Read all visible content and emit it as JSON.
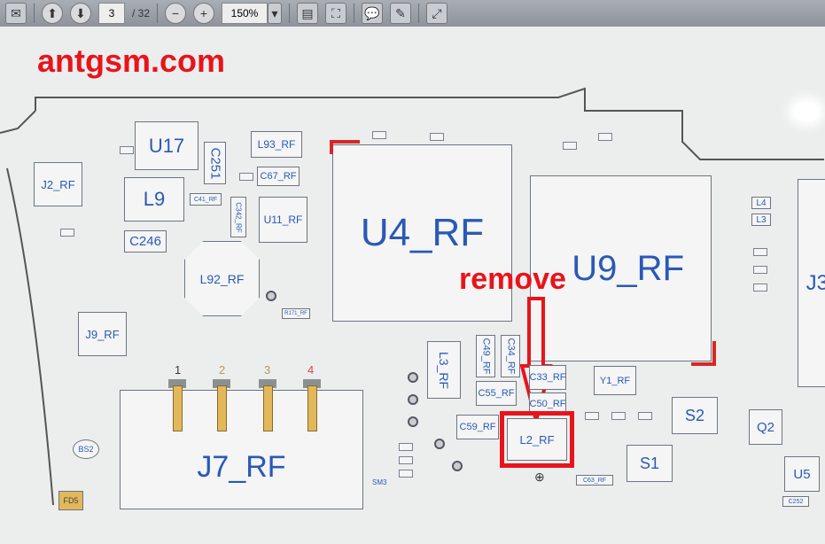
{
  "toolbar": {
    "current_page": "3",
    "total_pages": "/ 32",
    "zoom": "150%",
    "icons": [
      "mail-icon",
      "page-up-icon",
      "page-down-icon",
      "zoom-out-icon",
      "zoom-in-icon",
      "zoom-dropdown-icon",
      "print-icon",
      "fit-page-icon",
      "comment-icon",
      "stamp-icon",
      "fullscreen-icon"
    ]
  },
  "annotations": {
    "watermark": "antgsm.com",
    "instruction": "remove"
  },
  "components": {
    "u17": "U17",
    "c251": "C251",
    "l93": "L93_RF",
    "c67": "C67_RF",
    "l9": "L9",
    "c41": "C41_RF",
    "c342": "C342_RF",
    "u11": "U11_RF",
    "c246": "C246",
    "l92": "L92_RF",
    "j2": "J2_RF",
    "j9": "J9_RF",
    "u4": "U4_RF",
    "u9": "U9_RF",
    "l3rf": "L3_RF",
    "c49": "C49_RF",
    "c34": "C34_RF",
    "c55": "C55_RF",
    "c33": "C33_RF",
    "c50": "C50_RF",
    "c59": "C59_RF",
    "l2": "L2_RF",
    "y1": "Y1_RF",
    "s2": "S2",
    "s1": "S1",
    "q2": "Q2",
    "u5": "U5",
    "l4": "L4",
    "l3": "L3",
    "j3": "J3",
    "j7": "J7_RF",
    "bs2": "BS2",
    "fd5": "FD5",
    "sm3": "SM3",
    "c63": "C63_RF",
    "r171": "R171_RF",
    "c252": "C252"
  },
  "j7_pins": [
    "1",
    "2",
    "3",
    "4"
  ],
  "colors": {
    "highlight": "#e8141c",
    "component_text": "#2a59b6"
  }
}
